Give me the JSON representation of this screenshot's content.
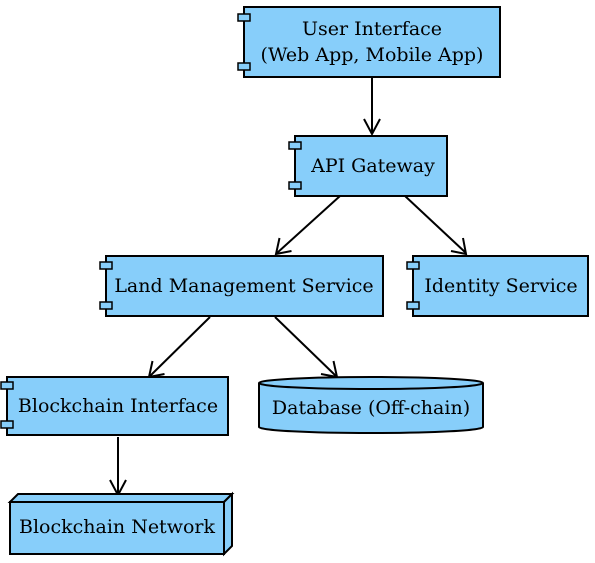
{
  "nodes": {
    "user_interface": {
      "line1": "User Interface",
      "line2": "(Web App, Mobile App)"
    },
    "api_gateway": {
      "label": "API Gateway"
    },
    "land_management_service": {
      "label": "Land Management Service"
    },
    "identity_service": {
      "label": "Identity Service"
    },
    "blockchain_interface": {
      "label": "Blockchain Interface"
    },
    "database": {
      "label": "Database (Off-chain)"
    },
    "blockchain_network": {
      "label": "Blockchain Network"
    }
  },
  "colors": {
    "node_fill": "#87cefa",
    "stroke": "#000000"
  }
}
